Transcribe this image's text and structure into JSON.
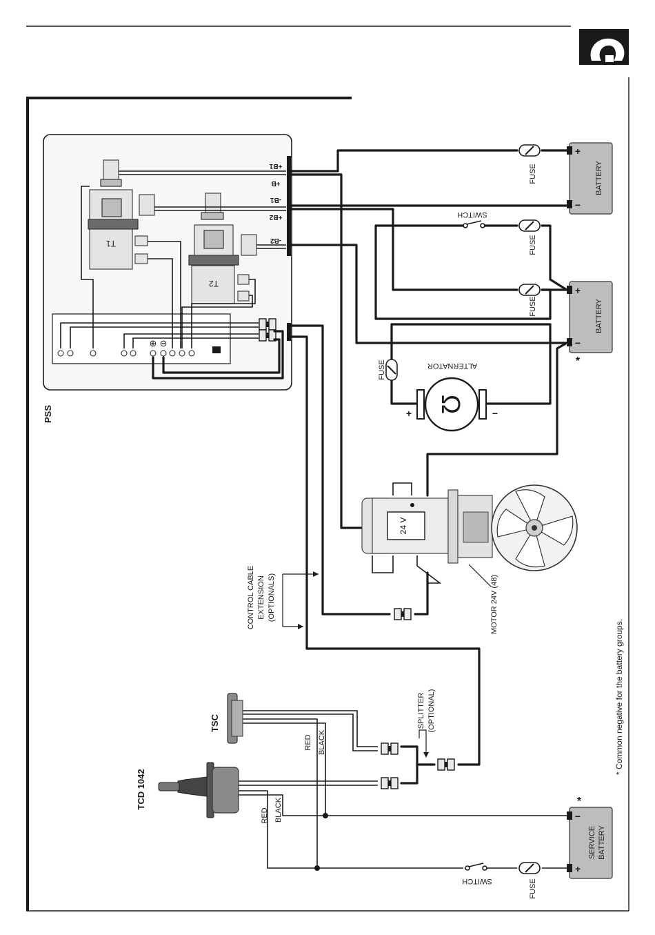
{
  "pss": {
    "label": "PSS",
    "relay_t1": "T1",
    "relay_t2": "T2",
    "terminals": [
      "+B1",
      "+B",
      "-B1",
      "+B2",
      "-B2"
    ]
  },
  "batteries": {
    "battery_1": {
      "label": "BATTERY",
      "pos": "+",
      "neg": "−"
    },
    "battery_2": {
      "label": "BATTERY",
      "pos": "+",
      "neg": "−",
      "mark": "*"
    },
    "service": {
      "label_line1": "SERVICE",
      "label_line2": "BATTERY",
      "pos": "+",
      "neg": "−",
      "mark": "*"
    }
  },
  "fuse_label": "FUSE",
  "switch_label": "SWITCH",
  "alternator": {
    "label": "ALTERNATOR",
    "plus": "+",
    "minus": "−"
  },
  "motor": {
    "label": "MOTOR 24V (48)",
    "voltage": "24 V"
  },
  "control_cable": [
    "CONTROL CABLE",
    "EXTENSION",
    "(OPTIONALS)"
  ],
  "splitter": [
    "SPLITTER",
    "(OPTIONAL)"
  ],
  "tsc": {
    "label": "TSC",
    "red": "RED",
    "black": "BLACK"
  },
  "tcd": {
    "label": "TCD 1042",
    "red": "RED",
    "black": "BLACK"
  },
  "footnote": "* Common negative for the battery groups."
}
